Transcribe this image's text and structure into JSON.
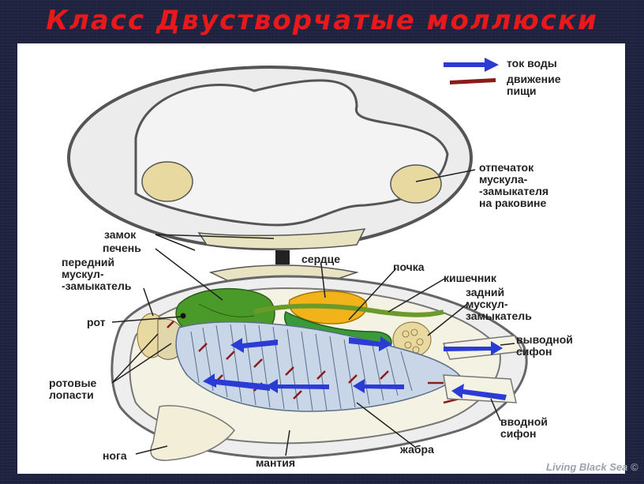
{
  "title": "Класс Двустворчатые моллюски",
  "legend": {
    "water": "ток воды",
    "food": "движение\nпищи"
  },
  "labels": {
    "imprint": "отпечаток\nмускула-\n-замыкателя\nна раковине",
    "hinge": "замок",
    "liver": "печень",
    "front_muscle": "передний\nмускул-\n-замыкатель",
    "mouth": "рот",
    "oral_lobes": "ротовые\nлопасти",
    "foot": "нога",
    "mantle": "мантия",
    "gill": "жабра",
    "heart": "сердце",
    "kidney": "почка",
    "intestine": "кишечник",
    "rear_muscle": "задний\nмускул-\nзамыкатель",
    "exhalant": "выводной\nсифон",
    "inhalant": "вводной\nсифон"
  },
  "watermark": "Living Black Sea ©",
  "colors": {
    "title": "#e8181b",
    "water_arrow": "#2a3bd6",
    "food_arrow": "#8b1a1a",
    "liver": "#4a9a2a",
    "heart": "#f2b21a",
    "kidney": "#3a9a3a",
    "muscle": "#e8d9a0",
    "background": "#1f2340"
  }
}
